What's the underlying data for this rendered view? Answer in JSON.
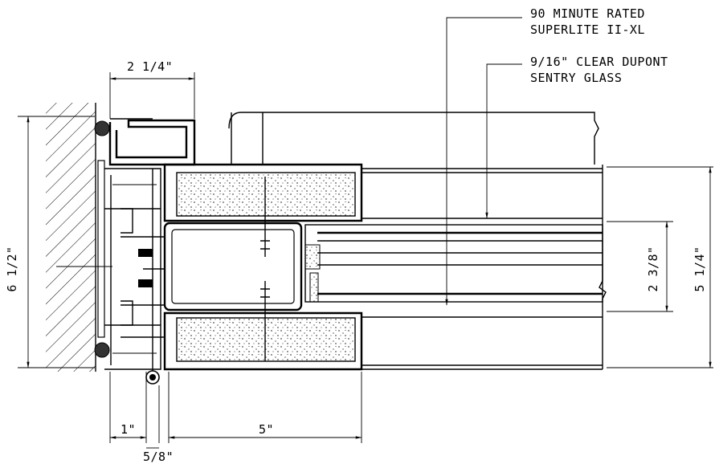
{
  "callouts": {
    "glazing_product": [
      "90 MINUTE RATED",
      "SUPERLITE II-XL"
    ],
    "glass_layer": [
      "9/16\" CLEAR DUPONT",
      "SENTRY GLASS"
    ]
  },
  "dimensions": {
    "frame_face": "2 1/4\"",
    "overall_height": "6 1/2\"",
    "glazed_height": "5 1/4\"",
    "glass_thickness": "2 3/8\"",
    "offset_small": "1\"",
    "offset_pin": "5/8\"",
    "stop_depth": "5\""
  }
}
